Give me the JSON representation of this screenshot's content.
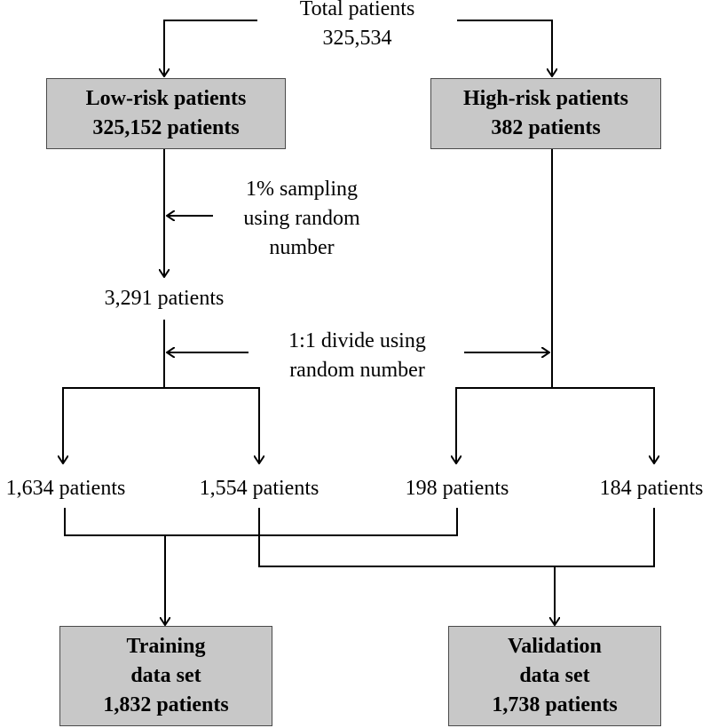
{
  "total": {
    "line1": "Total patients",
    "line2": "325,534"
  },
  "low_risk": {
    "line1": "Low-risk patients",
    "line2": "325,152 patients"
  },
  "high_risk": {
    "line1": "High-risk patients",
    "line2": "382 patients"
  },
  "sampling": {
    "line1": "1% sampling",
    "line2": "using random",
    "line3": "number"
  },
  "sampled_count": "3,291 patients",
  "divide": {
    "line1": "1:1 divide using",
    "line2": "random number"
  },
  "groups": [
    "1,634 patients",
    "1,554 patients",
    "198 patients",
    "184 patients"
  ],
  "training": {
    "line1": "Training",
    "line2": "data set",
    "line3": "1,832 patients"
  },
  "validation": {
    "line1": "Validation",
    "line2": "data set",
    "line3": "1,738 patients"
  },
  "colors": {
    "box_fill": "#c8c8c8",
    "line": "#000000"
  }
}
